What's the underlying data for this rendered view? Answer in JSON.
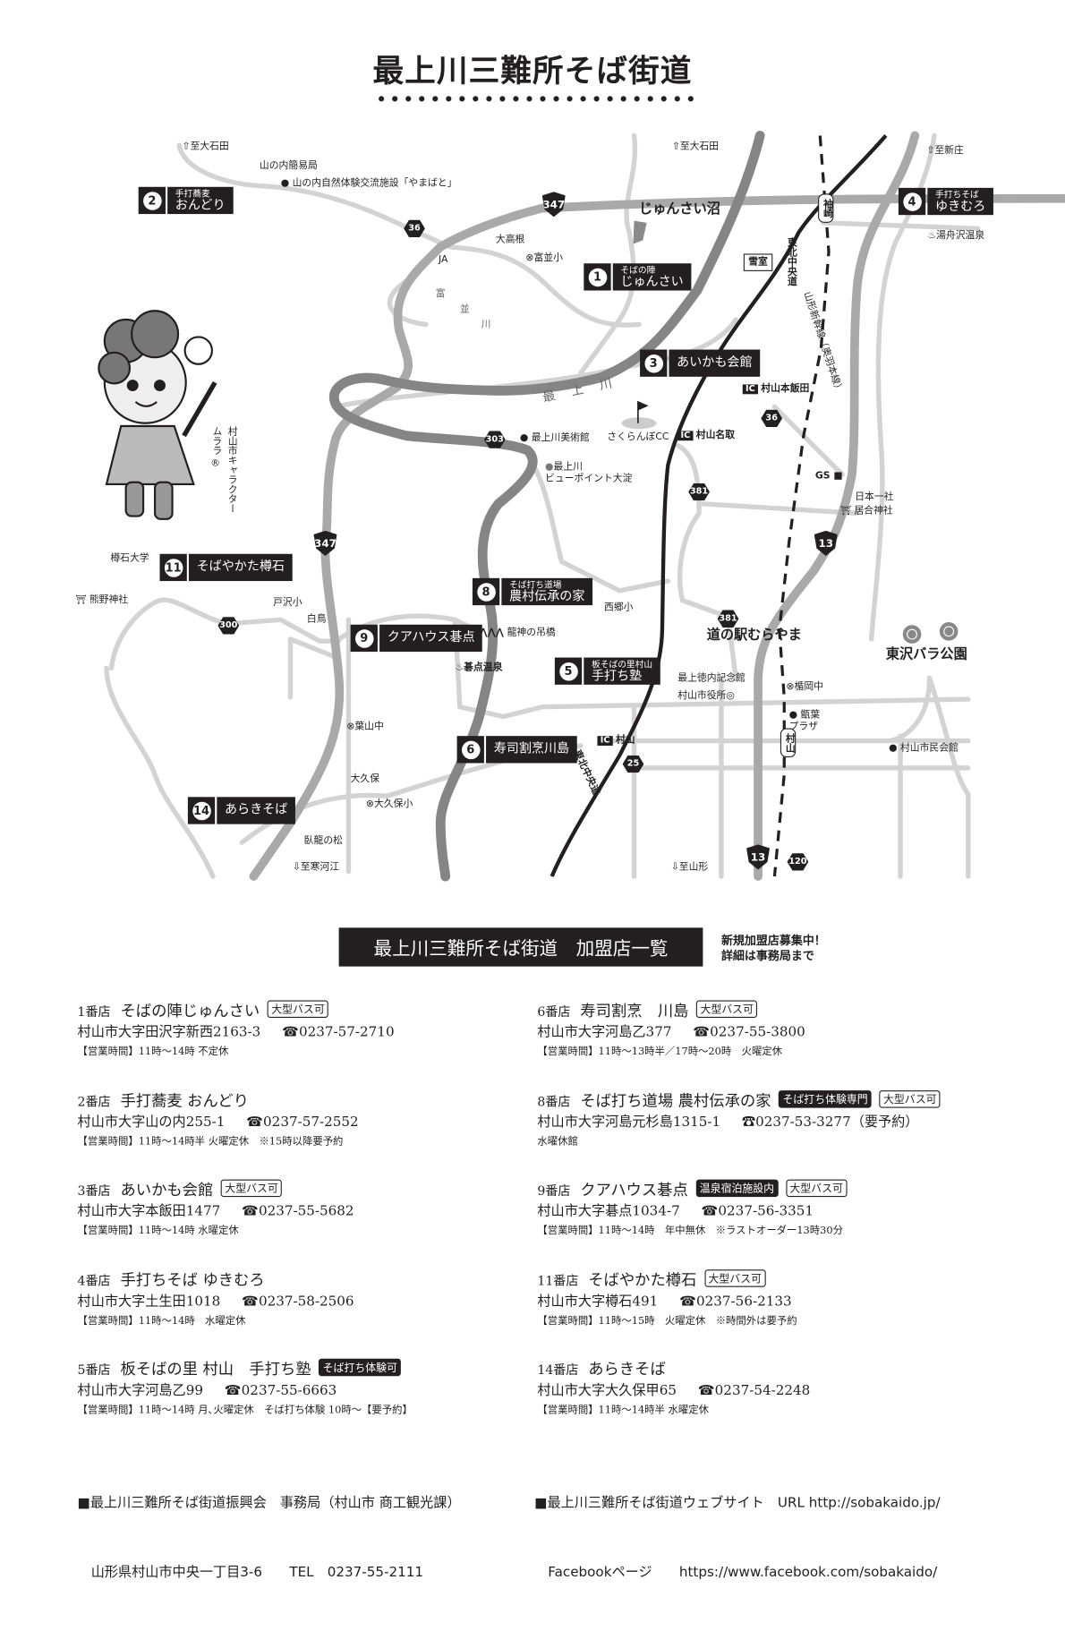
{
  "title": "最上川三難所そば街道",
  "map": {
    "shops": [
      {
        "number": "1",
        "sub": "そばの陣",
        "name": "じゅんさい"
      },
      {
        "number": "2",
        "sub": "手打蕎麦",
        "name": "おんどり"
      },
      {
        "number": "3",
        "sub": "",
        "name": "あいかも会館"
      },
      {
        "number": "4",
        "sub": "手打ちそば",
        "name": "ゆきむろ"
      },
      {
        "number": "5",
        "sub": "板そばの里村山",
        "name": "手打ち塾"
      },
      {
        "number": "6",
        "sub": "",
        "name": "寿司割烹川島"
      },
      {
        "number": "8",
        "sub": "そば打ち道場",
        "name": "農村伝承の家"
      },
      {
        "number": "9",
        "sub": "",
        "name": "クアハウス碁点"
      },
      {
        "number": "11",
        "sub": "",
        "name": "そばやかた樽石"
      },
      {
        "number": "14",
        "sub": "",
        "name": "あらきそば"
      }
    ],
    "labels": [
      "至大石田",
      "至大石田",
      "至新庄",
      "山の内簡易局",
      "山の内自然体験交流施設「やまばと」",
      "大高根",
      "JA",
      "富並小",
      "富",
      "並",
      "川",
      "じゅんさい沼",
      "雪室",
      "東北中央道",
      "袖崎",
      "湯舟沢温泉",
      "山形新幹線（奥羽本線）",
      "最　上　川",
      "村山本飯田",
      "さくらんぼCC",
      "村山名取",
      "最上川美術館",
      "最上川\nビューポイント大淀",
      "GS",
      "日本一社",
      "居合神社",
      "道の駅むらやま",
      "東沢バラ公園",
      "西郷小",
      "龍神の吊橋",
      "碁点温泉",
      "最上徳内記念館",
      "村山市役所◎",
      "楯岡中",
      "甑葉\nプラザ",
      "村山",
      "村山",
      "村山市民会館",
      "至山形",
      "至寒河江",
      "臥龍の松",
      "大久保",
      "大久保小",
      "葉山中",
      "戸沢小",
      "白鳥",
      "熊野神社",
      "樽石大学",
      "村山市キャラクター",
      "ムララ ®",
      "東北中央道"
    ],
    "route_shields": [
      "347",
      "347",
      "36",
      "36",
      "303",
      "381",
      "381",
      "13",
      "13",
      "300",
      "25",
      "120"
    ]
  },
  "list_banner": "最上川三難所そば街道　加盟店一覧",
  "recruit": {
    "line1": "新規加盟店募集中！",
    "line2": "詳細は事務局まで"
  },
  "listings": [
    {
      "no": "1番店",
      "name": "そばの陣じゅんさい",
      "badges": [
        {
          "text": "大型バス可",
          "type": "outline"
        }
      ],
      "address": "村山市大字田沢字新西2163-3",
      "phone": "0237-57-2710",
      "hours": "【営業時間】11時～14時 不定休"
    },
    {
      "no": "2番店",
      "name": "手打蕎麦 おんどり",
      "badges": [],
      "address": "村山市大字山の内255-1",
      "phone": "0237-57-2552",
      "hours": "【営業時間】11時～14時半 火曜定休　※15時以降要予約"
    },
    {
      "no": "3番店",
      "name": "あいかも会館",
      "badges": [
        {
          "text": "大型バス可",
          "type": "outline"
        }
      ],
      "address": "村山市大字本飯田1477",
      "phone": "0237-55-5682",
      "hours": "【営業時間】11時～14時 水曜定休"
    },
    {
      "no": "4番店",
      "name": "手打ちそば ゆきむろ",
      "badges": [],
      "address": "村山市大字土生田1018",
      "phone": "0237-58-2506",
      "hours": "【営業時間】11時～14時　水曜定休"
    },
    {
      "no": "5番店",
      "name": "板そばの里 村山　手打ち塾",
      "badges": [
        {
          "text": "そば打ち体験可",
          "type": "filled"
        }
      ],
      "address": "村山市大字河島乙99",
      "phone": "0237-55-6663",
      "hours": "【営業時間】11時～14時 月､火曜定休　そば打ち体験 10時～【要予約】"
    },
    {
      "no": "6番店",
      "name": "寿司割烹　川島",
      "badges": [
        {
          "text": "大型バス可",
          "type": "outline"
        }
      ],
      "address": "村山市大字河島乙377",
      "phone": "0237-55-3800",
      "hours": "【営業時間】11時～13時半／17時～20時　火曜定休"
    },
    {
      "no": "8番店",
      "name": "そば打ち道場 農村伝承の家",
      "badges": [
        {
          "text": "そば打ち体験専門",
          "type": "filled"
        },
        {
          "text": "大型バス可",
          "type": "outline"
        }
      ],
      "address": "村山市大字河島元杉島1315-1",
      "phone": "0237-53-3277（要予約）",
      "hours": "水曜休館"
    },
    {
      "no": "9番店",
      "name": "クアハウス碁点",
      "badges": [
        {
          "text": "温泉宿泊施設内",
          "type": "filled"
        },
        {
          "text": "大型バス可",
          "type": "outline"
        }
      ],
      "address": "村山市大字碁点1034-7",
      "phone": "0237-56-3351",
      "hours": "【営業時間】11時～14時　年中無休　※ラストオーダー13時30分"
    },
    {
      "no": "11番店",
      "name": "そばやかた樽石",
      "badges": [
        {
          "text": "大型バス可",
          "type": "outline"
        }
      ],
      "address": "村山市大字樽石491",
      "phone": "0237-56-2133",
      "hours": "【営業時間】11時～15時　火曜定休　※時間外は要予約"
    },
    {
      "no": "14番店",
      "name": "あらきそば",
      "badges": [],
      "address": "村山市大字大久保甲65",
      "phone": "0237-54-2248",
      "hours": "【営業時間】11時～14時半 水曜定休"
    }
  ],
  "footer": {
    "office_line1": "■最上川三難所そば街道振興会　事務局（村山市 商工観光課）",
    "office_line2": "　山形県村山市中央一丁目3-6　　TEL　0237-55-2111",
    "web_line1": "■最上川三難所そば街道ウェブサイト　URL http://sobakaido.jp/",
    "web_line2": "　Facebookページ　　https://www.facebook.com/sobakaido/"
  }
}
